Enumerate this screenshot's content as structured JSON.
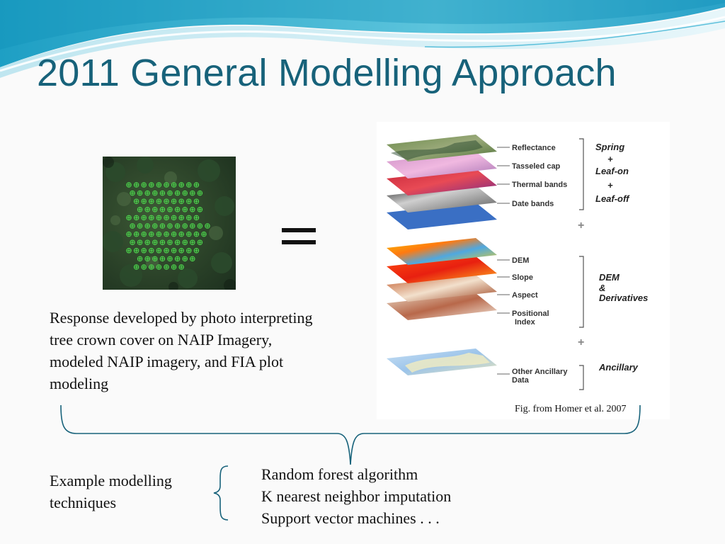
{
  "slide": {
    "title": "2011 General Modelling Approach",
    "response_text": "Response developed by photo interpreting tree crown cover on NAIP Imagery, modeled NAIP imagery, and FIA plot modeling",
    "figure_caption": "Fig. from Homer et al. 2007",
    "techniques_label": "Example modelling techniques",
    "techniques": [
      "Random forest algorithm",
      "K nearest neighbor imputation",
      "Support vector machines . . ."
    ]
  },
  "figure": {
    "layer_labels": {
      "reflectance": "Reflectance",
      "tasseled_cap": "Tasseled cap",
      "thermal_bands": "Thermal bands",
      "date_bands": "Date bands",
      "dem": "DEM",
      "slope": "Slope",
      "aspect": "Aspect",
      "positional_1": "Positional",
      "positional_2": "Index",
      "ancillary_1": "Other Ancillary",
      "ancillary_2": "Data"
    },
    "group_labels": {
      "spring": "Spring",
      "plus": "+",
      "leaf_on": "Leaf-on",
      "leaf_off": "Leaf-off",
      "dem": "DEM",
      "amp": "&",
      "derivatives": "Derivatives",
      "ancillary": "Ancillary"
    },
    "colors": {
      "title": "#17627a",
      "landsat_blue": "#3a6fc4",
      "dem_red": "#e8401c",
      "ancillary_blue": "#a9c9ea"
    }
  }
}
